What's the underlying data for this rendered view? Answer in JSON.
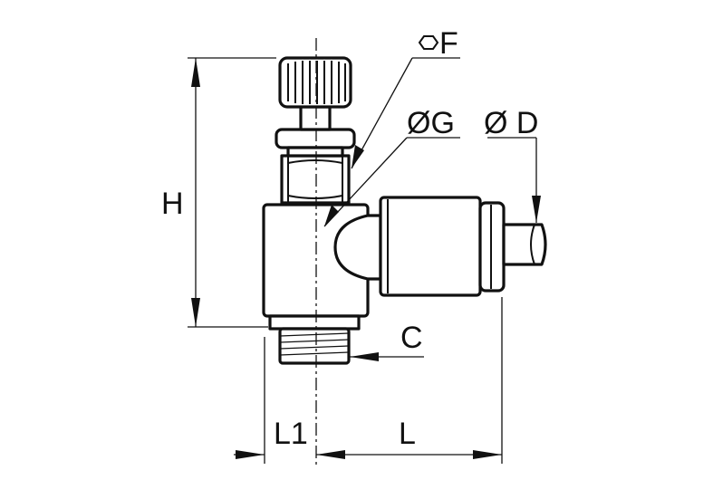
{
  "labels": {
    "hex_f": "F",
    "dia_g": "ØG",
    "dia_d": "Ø D",
    "height": "H",
    "thread": "C",
    "l1": "L1",
    "l": "L"
  }
}
